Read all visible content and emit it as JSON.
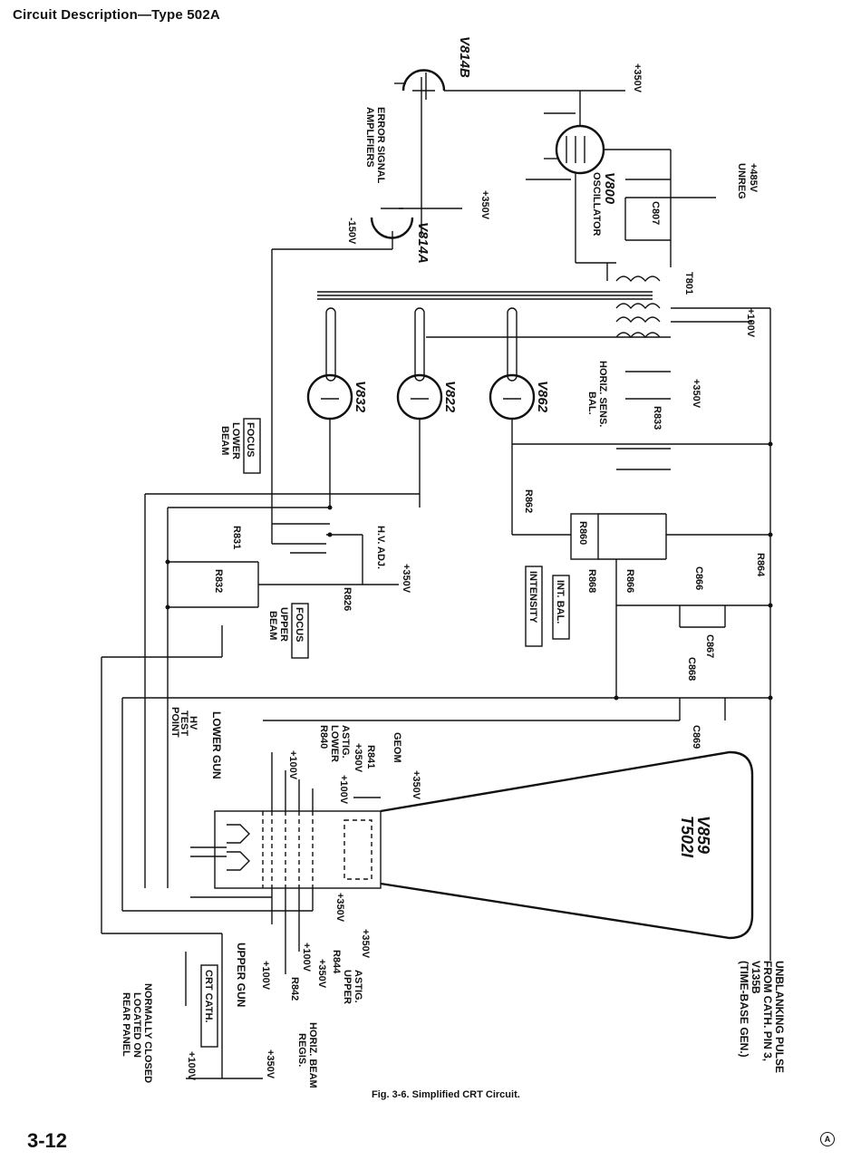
{
  "header": "Circuit Description—Type 502A",
  "page_number": "3-12",
  "corner_mark": "A",
  "caption": "Fig. 3-6. Simplified CRT Circuit.",
  "labels": {
    "v814b": "V814B",
    "v814a": "V814A",
    "error_amp_1": "ERROR SIGNAL",
    "error_amp_2": "AMPLIFIERS",
    "neg150": "-150V",
    "p350_a": "+350V",
    "p350_b": "+350V",
    "v800": "V800",
    "oscillator": "OSCILLATOR",
    "c807": "C807",
    "p485": "+485V",
    "unreg": "UNREG",
    "t801": "T801",
    "p100_a": "+100V",
    "v832": "V832",
    "v822": "V822",
    "v862": "V862",
    "horiz_sens_1": "HORIZ. SENS.",
    "horiz_sens_2": "BAL.",
    "r833": "R833",
    "p350_c": "+350V",
    "focus_lower": "FOCUS",
    "lower_beam_1": "LOWER",
    "lower_beam_2": "BEAM",
    "r862": "R862",
    "r860": "R860",
    "r868": "R868",
    "r866": "R866",
    "r864": "R864",
    "intensity": "INTENSITY",
    "int_bal": "INT. BAL.",
    "r831": "R831",
    "r832": "R832",
    "hv_adj": "H.V. ADJ.",
    "r826": "R826",
    "p350_d": "+350V",
    "focus_upper": "FOCUS",
    "upper_beam_1": "UPPER",
    "upper_beam_2": "BEAM",
    "c866": "C866",
    "c867": "C867",
    "c868": "C868",
    "c869": "C869",
    "hv_test_1": "HV",
    "hv_test_2": "TEST",
    "hv_test_3": "POINT",
    "lower_gun": "LOWER GUN",
    "astig_lower_1": "ASTIG.",
    "astig_lower_2": "LOWER",
    "r840": "R840",
    "r841": "R841",
    "p350_e": "+350V",
    "p100_b": "+100V",
    "p100_c": "+100V",
    "geom": "GEOM",
    "p350_f": "+350V",
    "v859": "V859",
    "t5021": "T502I",
    "p350_g": "+350V",
    "p350_h": "+350V",
    "astig_upper_1": "ASTIG.",
    "astig_upper_2": "UPPER",
    "r844": "R844",
    "p100_d": "+100V",
    "p350_i": "+350V",
    "p100_e": "+100V",
    "r842": "R842",
    "horiz_beam_1": "HORIZ. BEAM",
    "horiz_beam_2": "REGIS.",
    "upper_gun": "UPPER GUN",
    "crt_cath": "CRT CATH.",
    "normally_1": "NORMALLY CLOSED",
    "normally_2": "LOCATED ON",
    "normally_3": "REAR PANEL",
    "p100_f": "+100V",
    "p350_j": "+350V",
    "unblank_1": "UNBLANKING PULSE",
    "unblank_2": "FROM CATH. PIN 3,",
    "unblank_3": "V135B",
    "unblank_4": "(TIME-BASE GEN.)"
  }
}
